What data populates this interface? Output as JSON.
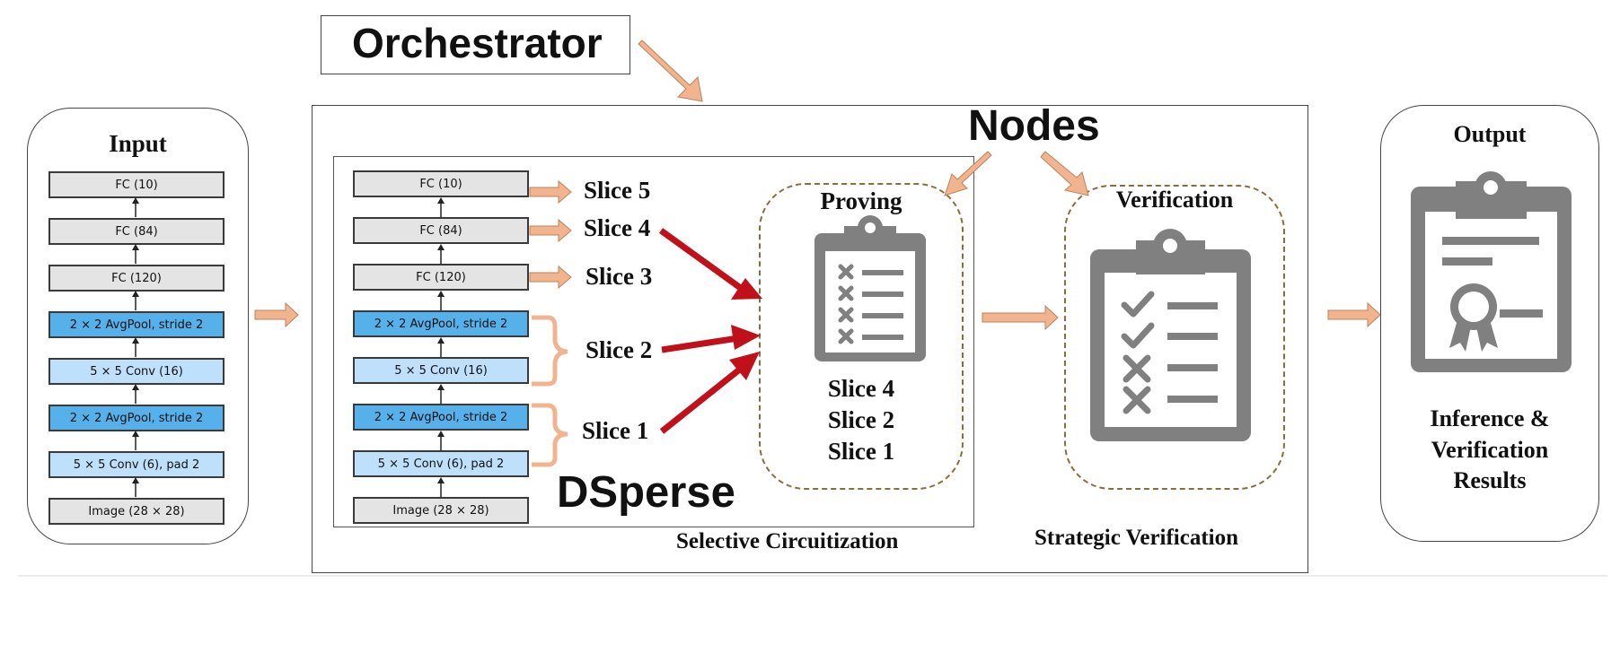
{
  "orchestrator": {
    "label": "Orchestrator"
  },
  "nodes": {
    "label": "Nodes"
  },
  "input": {
    "title": "Input",
    "layers": [
      "FC (10)",
      "FC (84)",
      "FC (120)",
      "2 × 2 AvgPool, stride 2",
      "5 × 5 Conv (16)",
      "2 × 2 AvgPool, stride 2",
      "5 × 5 Conv (6), pad 2",
      "Image (28 × 28)"
    ]
  },
  "dsperse": {
    "label": "DSperse",
    "caption": "Selective Circuitization",
    "layers": [
      "FC (10)",
      "FC (84)",
      "FC (120)",
      "2 × 2 AvgPool, stride 2",
      "5 × 5 Conv (16)",
      "2 × 2 AvgPool, stride 2",
      "5 × 5 Conv (6), pad 2",
      "Image (28 × 28)"
    ],
    "slices": [
      "Slice 5",
      "Slice 4",
      "Slice 3",
      "Slice 2",
      "Slice 1"
    ]
  },
  "proving": {
    "title": "Proving",
    "slices": [
      "Slice 4",
      "Slice 2",
      "Slice 1"
    ],
    "icon": "clipboard-cross-icon"
  },
  "verification": {
    "title": "Verification",
    "caption": "Strategic Verification",
    "icon": "clipboard-check-icon"
  },
  "output": {
    "title": "Output",
    "caption": [
      "Inference &",
      "Verification",
      "Results"
    ],
    "icon": "clipboard-certificate-icon"
  },
  "colors": {
    "pool_layer": "#56b0ea",
    "conv_layer": "#bfe0fa",
    "fc_layer": "#e4e4e4",
    "flow_arrow": "#f2b48e",
    "selection_arrow": "#c0111a",
    "icon_gray": "#808080",
    "dashed_border": "#8a6e3a"
  }
}
